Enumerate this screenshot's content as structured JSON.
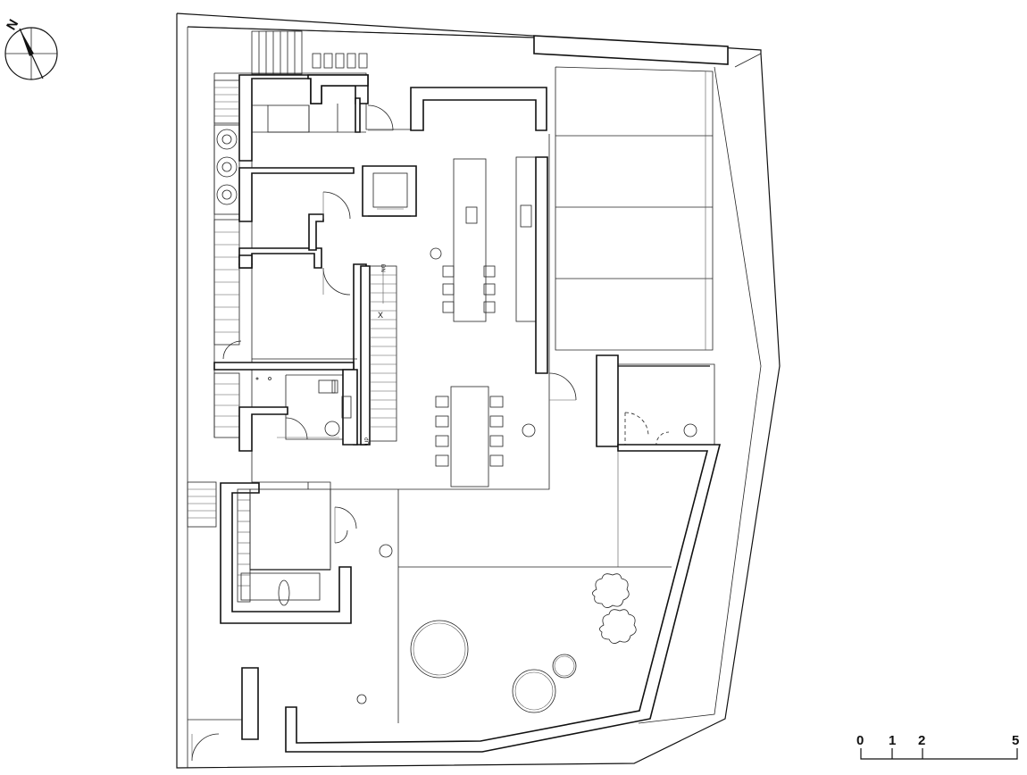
{
  "compass": {
    "label": "N",
    "icon": "north-arrow-icon"
  },
  "stair_labels": {
    "upper": "DN",
    "lower": "UP",
    "mid": "X"
  },
  "scale_bar": {
    "ticks": [
      "0",
      "1",
      "2",
      "5"
    ]
  }
}
